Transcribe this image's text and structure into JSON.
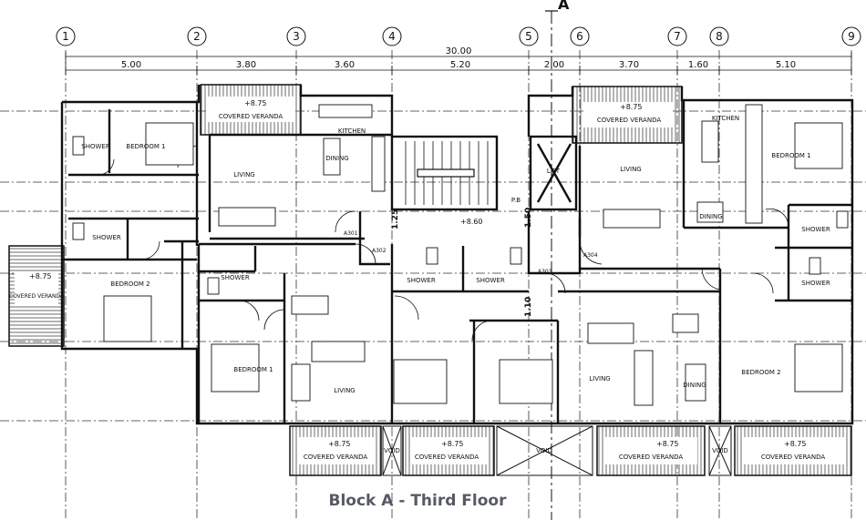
{
  "caption": "Block A - Third Floor",
  "section_marker": "A",
  "grid_labels": [
    "1",
    "2",
    "3",
    "4",
    "5",
    "6",
    "7",
    "8",
    "9"
  ],
  "overall_dimension": "30.00",
  "bay_dimensions": [
    "5.00",
    "3.80",
    "3.60",
    "5.20",
    "2.00",
    "3.70",
    "1.60",
    "5.10"
  ],
  "levels": {
    "veranda": "+8.75",
    "landing": "+8.60"
  },
  "door_tags": [
    "A301",
    "A302",
    "A303",
    "A304"
  ],
  "stair_dims": [
    "1.25",
    "1.50",
    "1.10"
  ],
  "room_labels": {
    "covered_veranda": "COVERED VERANDA",
    "kitchen": "KITCHEN",
    "dining": "DINING",
    "living": "LIVING",
    "bedroom_1": "BEDROOM 1",
    "bedroom_2": "BEDROOM 2",
    "shower": "SHOWER",
    "lift": "LIFT",
    "void": "VOID",
    "pb": "P.B"
  },
  "colors": {
    "line": "#1a1a1a",
    "grid": "#333333",
    "hatch": "#6b6b6b",
    "caption": "#555a63"
  }
}
